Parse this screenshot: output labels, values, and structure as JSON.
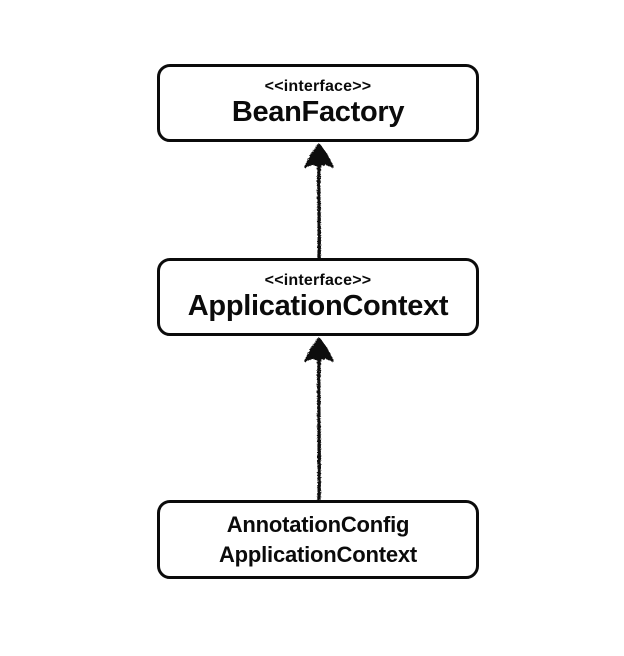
{
  "diagram": {
    "background_color": "#ffffff",
    "ink_color": "#0b0b0b",
    "boxes": [
      {
        "stereotype": "<<interface>>",
        "name": "BeanFactory"
      },
      {
        "stereotype": "<<interface>>",
        "name": "ApplicationContext"
      },
      {
        "name_lines": [
          "AnnotationConfig",
          "ApplicationContext"
        ]
      }
    ],
    "arrows": [
      {
        "from": "ApplicationContext",
        "to": "BeanFactory",
        "style": "solid line, filled triangle head, pointing up"
      },
      {
        "from": "AnnotationConfigApplicationContext",
        "to": "ApplicationContext",
        "style": "solid line, filled triangle head, pointing up"
      }
    ]
  }
}
